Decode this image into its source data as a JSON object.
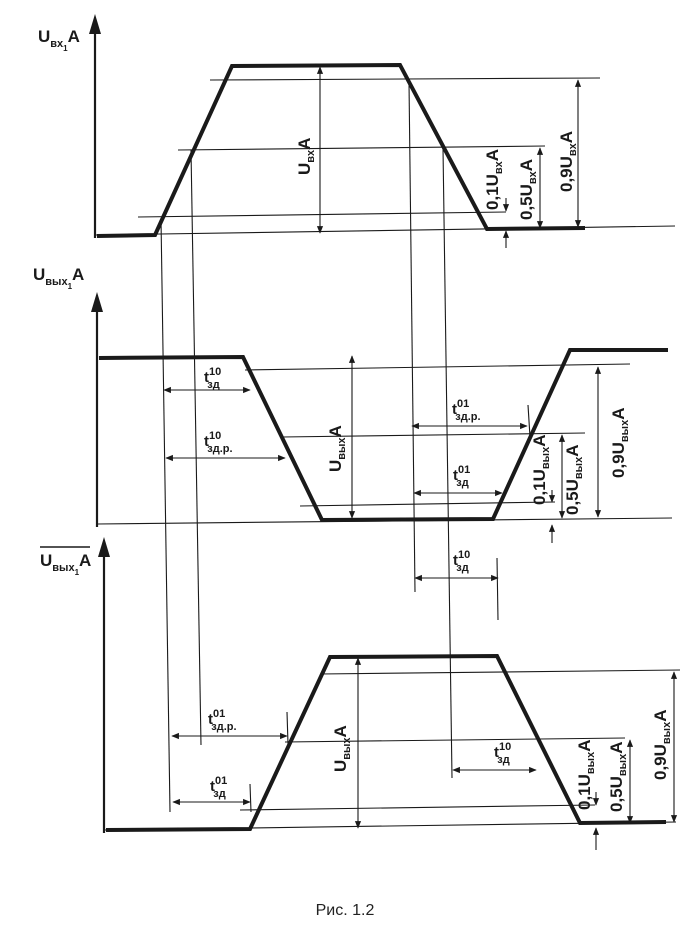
{
  "figure": {
    "caption": "Рис. 1.2",
    "panels": [
      {
        "id": "input",
        "axis_label": {
          "main": "U",
          "sub": "вх",
          "subsub": "1",
          "suffix": "A"
        },
        "levels": {
          "amplitude": {
            "main": "U",
            "sub": "вх",
            "suffix": "A"
          },
          "level_0_1": {
            "main": "0,1U",
            "sub": "вх",
            "suffix": "A"
          },
          "level_0_5": {
            "main": "0,5U",
            "sub": "вх",
            "suffix": "A"
          },
          "level_0_9": {
            "main": "0,9U",
            "sub": "вх",
            "suffix": "A"
          }
        }
      },
      {
        "id": "output",
        "axis_label": {
          "main": "U",
          "sub": "вых",
          "subsub": "1",
          "suffix": "A"
        },
        "levels": {
          "amplitude": {
            "main": "U",
            "sub": "вых",
            "suffix": "A"
          },
          "level_0_1": {
            "main": "0,1U",
            "sub": "вых",
            "suffix": "A"
          },
          "level_0_5": {
            "main": "0,5U",
            "sub": "вых",
            "suffix": "A"
          },
          "level_0_9": {
            "main": "0,9U",
            "sub": "вых",
            "suffix": "A"
          }
        },
        "delays": {
          "t10_zd": {
            "main": "t",
            "sup": "10",
            "sub": "зд"
          },
          "t10_zdr": {
            "main": "t",
            "sup": "10",
            "sub": "зд.р."
          },
          "t01_zdr": {
            "main": "t",
            "sup": "01",
            "sub": "зд.р."
          },
          "t01_zd": {
            "main": "t",
            "sup": "01",
            "sub": "зд"
          }
        }
      },
      {
        "id": "inverted_output",
        "axis_label": {
          "main": "U",
          "sub": "вых",
          "subsub": "1",
          "suffix": "A",
          "overline": true
        },
        "levels": {
          "amplitude": {
            "main": "U",
            "sub": "вых",
            "suffix": "A"
          },
          "level_0_1": {
            "main": "0,1U",
            "sub": "вых",
            "suffix": "A"
          },
          "level_0_5": {
            "main": "0,5U",
            "sub": "вых",
            "suffix": "A"
          },
          "level_0_9": {
            "main": "0,9U",
            "sub": "вых",
            "suffix": "A"
          }
        },
        "delays": {
          "t10_zd_top": {
            "main": "t",
            "sup": "10",
            "sub": "зд"
          },
          "t01_zdr": {
            "main": "t",
            "sup": "01",
            "sub": "зд.р."
          },
          "t10_zd": {
            "main": "t",
            "sup": "10",
            "sub": "зд"
          },
          "t01_zd": {
            "main": "t",
            "sup": "01",
            "sub": "зд"
          }
        }
      }
    ]
  }
}
